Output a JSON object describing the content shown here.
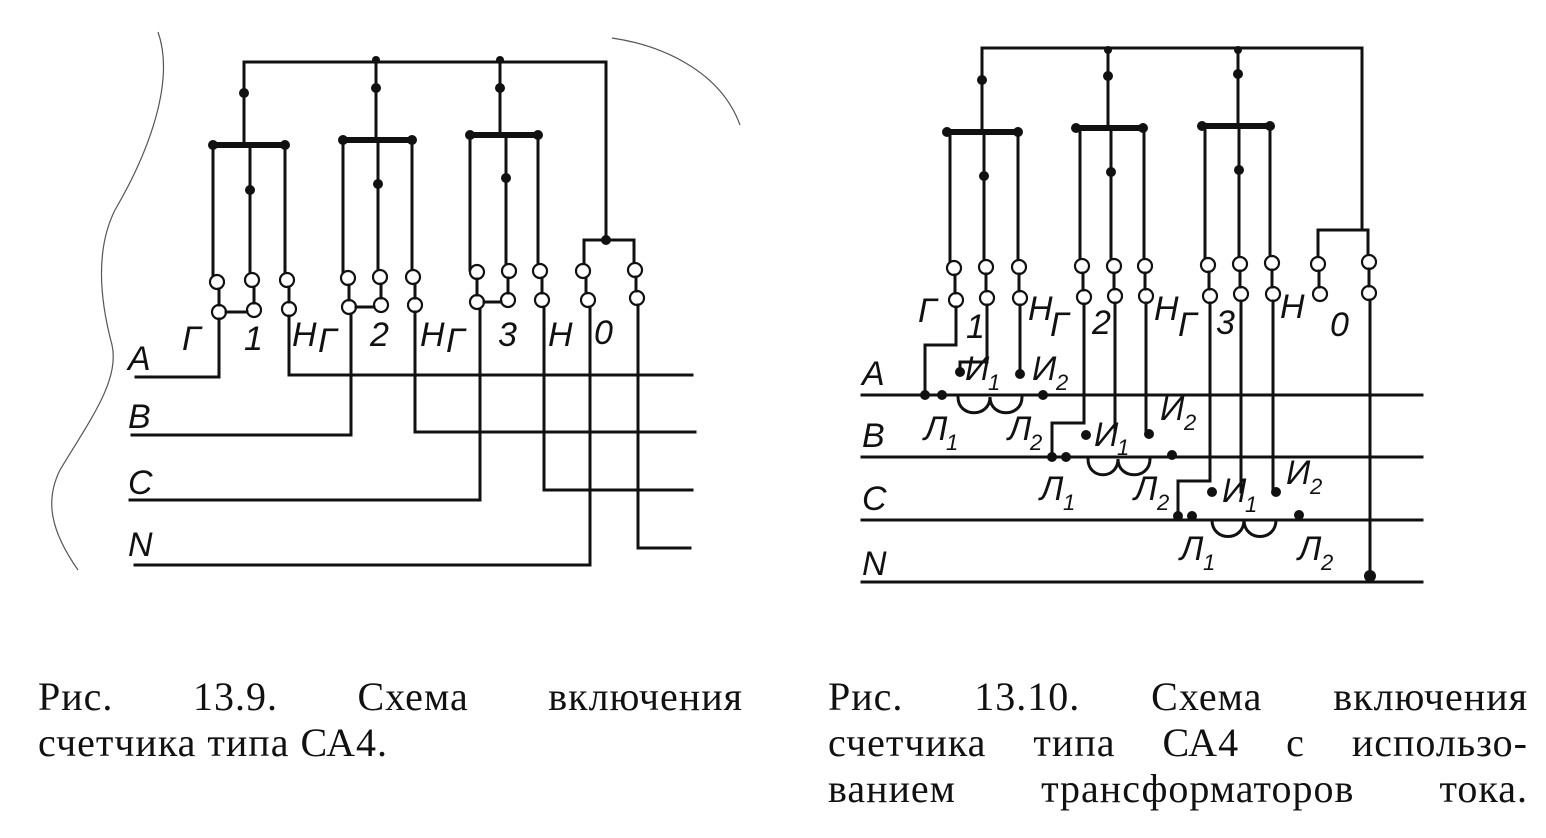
{
  "figure1": {
    "phase_labels": [
      "A",
      "B",
      "C",
      "N"
    ],
    "element_labels": [
      "Г",
      "1",
      "Н",
      "Г",
      "2",
      "Н",
      "Г",
      "3",
      "Н",
      "0"
    ],
    "caption_lines": [
      "Рис. 13.9. Схема включения",
      "счетчика типа СА4."
    ]
  },
  "figure2": {
    "phase_labels": [
      "A",
      "B",
      "C",
      "N"
    ],
    "element_labels": [
      "Г",
      "1",
      "Н",
      "Г",
      "2",
      "Н",
      "Г",
      "3",
      "Н",
      "0"
    ],
    "ct_labels": [
      {
        "i1": "И",
        "i1_sub": "1",
        "i2": "И",
        "i2_sub": "2",
        "l1": "Л",
        "l1_sub": "1",
        "l2": "Л",
        "l2_sub": "2"
      },
      {
        "i1": "И",
        "i1_sub": "1",
        "i2": "И",
        "i2_sub": "2",
        "l1": "Л",
        "l1_sub": "1",
        "l2": "Л",
        "l2_sub": "2"
      },
      {
        "i1": "И",
        "i1_sub": "1",
        "i2": "И",
        "i2_sub": "2",
        "l1": "Л",
        "l1_sub": "1",
        "l2": "Л",
        "l2_sub": "2"
      }
    ],
    "caption_lines": [
      "Рис. 13.10. Схема включения",
      "счетчика типа СА4 с использо-",
      "ванием трансформаторов тока."
    ]
  }
}
